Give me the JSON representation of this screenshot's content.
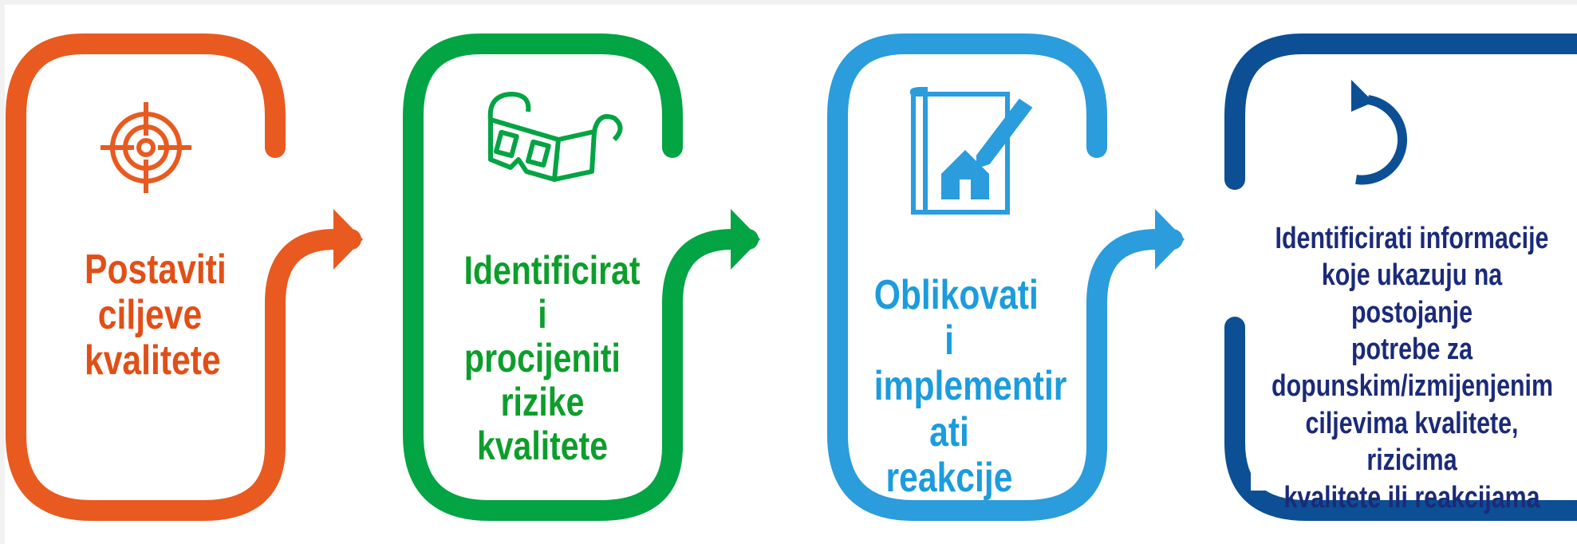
{
  "steps": [
    {
      "id": "step-1",
      "icon": "target-icon",
      "color": "#e85a20",
      "text_color": "#e14f17",
      "lines": [
        "Postaviti",
        "ciljeve",
        "kvalitete"
      ]
    },
    {
      "id": "step-2",
      "icon": "glasses-icon",
      "color": "#03a443",
      "text_color": "#0c9e2b",
      "lines": [
        "Identificirat",
        "i procijeniti",
        "rizike",
        "kvalitete"
      ]
    },
    {
      "id": "step-3",
      "icon": "blueprint-house-icon",
      "color": "#2b9cdc",
      "text_color": "#1b9cdd",
      "lines": [
        "Oblikovati i",
        "implementir",
        "ati reakcije"
      ]
    },
    {
      "id": "step-4",
      "icon": "refresh-icon",
      "color": "#0c4f94",
      "text_color": "#1b2a79",
      "lines": [
        "Identificirati informacije",
        "koje ukazuju na postojanje",
        "potrebe za",
        "dopunskim/izmijenjenim",
        "ciljevima kvalitete, rizicima",
        "kvalitete ili reakcijama"
      ]
    }
  ],
  "colors": {
    "background": "#f1f1f1",
    "panel": "#ffffff"
  }
}
